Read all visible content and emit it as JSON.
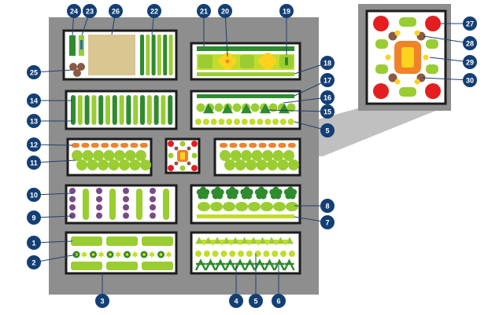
{
  "colors": {
    "plot_background": "#8e8e8e",
    "inset_frame": "#8e8e8e",
    "bed_frame": "#1c1c1c",
    "bed_fill": "#ffffff",
    "callout_badge": "#133f74",
    "callout_line": "#1f3f6e",
    "light_green": "#9acd32",
    "dark_green": "#2e8b2e",
    "yellow_green": "#c3dc2b",
    "orange": "#f0822a",
    "yellow": "#ffd21e",
    "red": "#e41e20",
    "purple": "#7a4a86",
    "brown": "#8a5a44",
    "tan": "#d9c690"
  },
  "callouts": {
    "c1": "1",
    "c2": "2",
    "c3": "3",
    "c4": "4",
    "c5a": "5",
    "c5b": "5",
    "c6": "6",
    "c7": "7",
    "c8": "8",
    "c9": "9",
    "c10": "10",
    "c11": "11",
    "c12": "12",
    "c13": "13",
    "c14": "14",
    "c15": "15",
    "c16": "16",
    "c17": "17",
    "c18": "18",
    "c19": "19",
    "c20": "20",
    "c21": "21",
    "c22": "22",
    "c23": "23",
    "c24": "24",
    "c25": "25",
    "c26": "26",
    "c27": "27",
    "c28": "28",
    "c29": "29",
    "c30": "30"
  }
}
